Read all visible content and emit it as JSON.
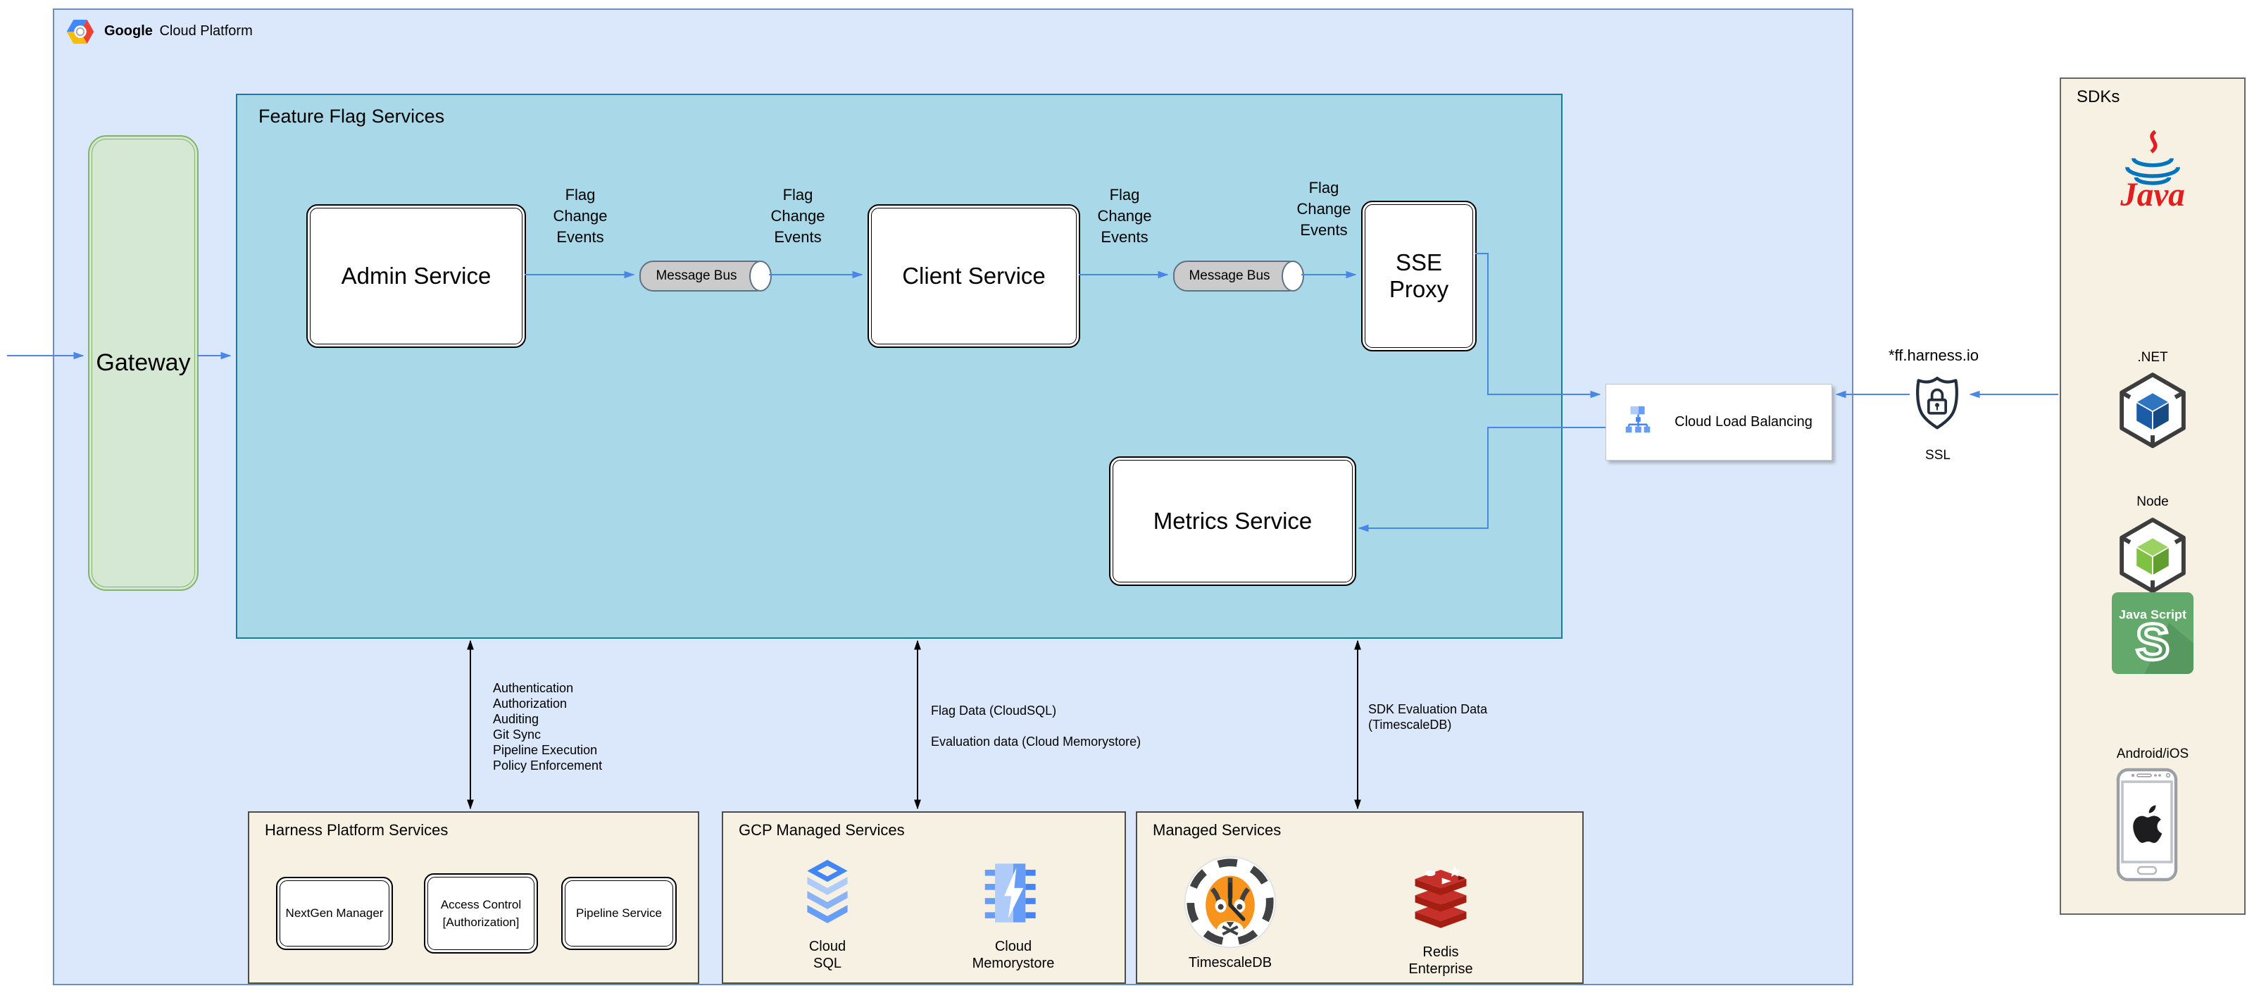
{
  "header": {
    "brand_bold": "Google",
    "brand_rest": "Cloud Platform"
  },
  "gateway_label": "Gateway",
  "ffs": {
    "title": "Feature Flag Services",
    "admin": "Admin Service",
    "client": "Client Service",
    "sse": "SSE Proxy",
    "metrics": "Metrics Service",
    "message_bus": "Message Bus",
    "flag_change_events": "Flag Change Events"
  },
  "clb_label": "Cloud Load Balancing",
  "ssl": {
    "domain": "*ff.harness.io",
    "label": "SSL"
  },
  "annotations": {
    "platform": [
      "Authentication",
      "Authorization",
      "Auditing",
      "Git Sync",
      "Pipeline Execution",
      "Policy Enforcement"
    ],
    "flag_data": "Flag Data (CloudSQL)",
    "eval_data": "Evaluation data (Cloud Memorystore)",
    "sdk_eval": "SDK Evaluation Data (TimescaleDB)"
  },
  "harness": {
    "title": "Harness Platform Services",
    "services": [
      "NextGen Manager",
      "Access Control [Authorization]",
      "Pipeline Service"
    ]
  },
  "gcp_managed": {
    "title": "GCP Managed Services",
    "items": [
      "Cloud SQL",
      "Cloud Memorystore"
    ]
  },
  "managed": {
    "title": "Managed Services",
    "items": [
      "TimescaleDB",
      "Redis Enterprise"
    ]
  },
  "sdks": {
    "title": "SDKs",
    "java": "Java",
    "dotnet": ".NET",
    "node": "Node",
    "js_caption": "Java Script",
    "js_letter": "S",
    "android": "Android/iOS"
  },
  "colors": {
    "arrow_blue": "#4a86e8",
    "gcp_fill": "#dbe8fb",
    "gcp_stroke": "#6c8ebf",
    "ffs_fill": "#a9d8e8",
    "ffs_stroke": "#1b7a9e",
    "gateway_fill": "#d5e8d4",
    "gateway_stroke": "#82b366",
    "panel_fill": "#f7f1e3",
    "google_blue": "#4387fd",
    "google_red": "#ea4335",
    "google_yellow": "#fbbc05",
    "redis_red": "#a41e11",
    "timescale_orange": "#f7941e",
    "node_green": "#7fc242",
    "dotnet_blue": "#1b5ca8"
  }
}
